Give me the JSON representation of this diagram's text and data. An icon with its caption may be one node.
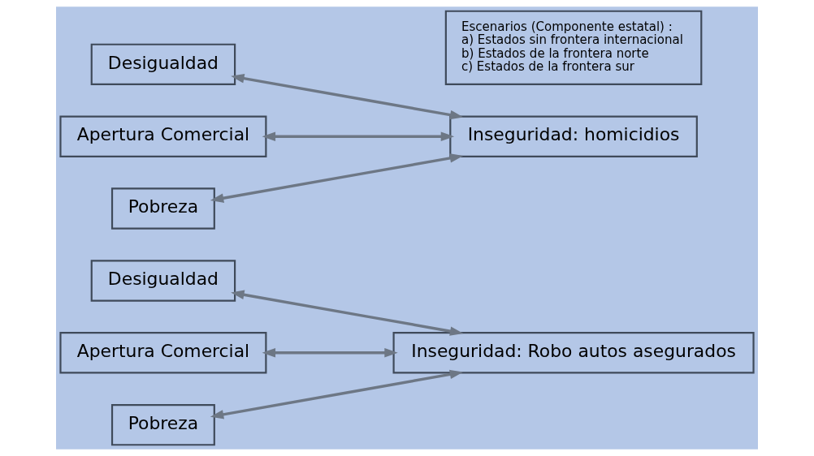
{
  "diagram": {
    "nodes": [
      {
        "text": [
          "Desigualdad"
        ]
      },
      {
        "text": [
          "Apertura Comercial"
        ]
      },
      {
        "text": [
          "Inseguridad: homicidios"
        ]
      },
      {
        "text": [
          "Pobreza"
        ]
      },
      {
        "text": [
          "Escenarios (Componente estatal) :",
          "a) Estados sin frontera internacional",
          "b) Estados de la frontera norte",
          "c) Estados de la frontera sur"
        ]
      },
      {
        "text": [
          "Desigualdad"
        ]
      },
      {
        "text": [
          "Apertura Comercial"
        ]
      },
      {
        "text": [
          "Inseguridad: Robo autos asegurados"
        ]
      },
      {
        "text": [
          "Pobreza"
        ]
      }
    ],
    "edges": [
      {
        "from": 0,
        "to": 2,
        "arrow": "both"
      },
      {
        "from": 1,
        "to": 2,
        "arrow": "both"
      },
      {
        "from": 3,
        "to": 2,
        "arrow": "both"
      },
      {
        "from": 5,
        "to": 7,
        "arrow": "both"
      },
      {
        "from": 6,
        "to": 7,
        "arrow": "both"
      },
      {
        "from": 8,
        "to": 7,
        "arrow": "both"
      }
    ]
  }
}
